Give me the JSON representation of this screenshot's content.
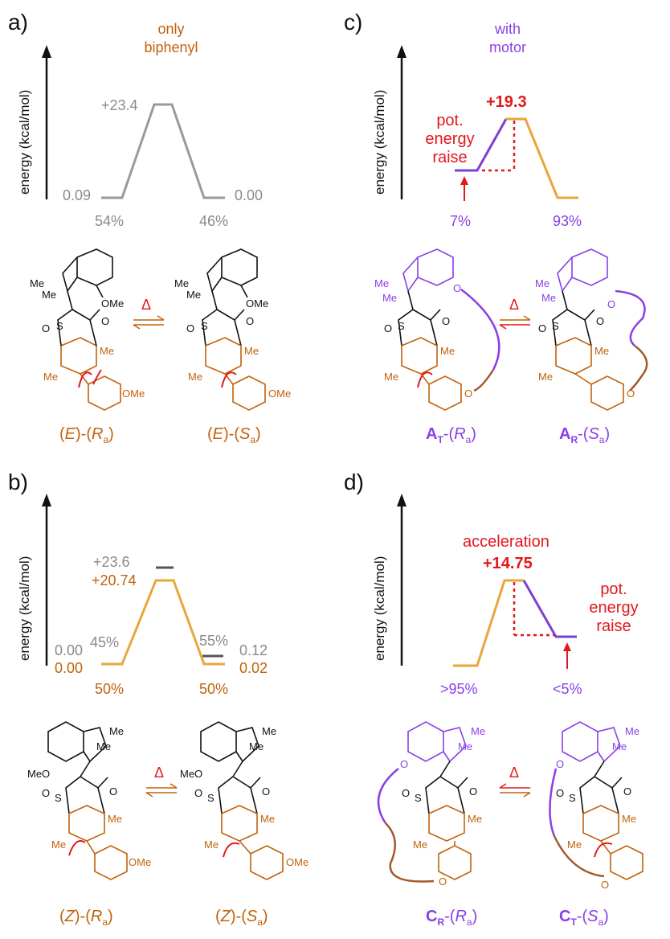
{
  "panels": {
    "a": {
      "letter": "a)",
      "header": [
        "only",
        "biphenyl"
      ],
      "ylabel": "energy (kcal/mol)",
      "barrier": "+23.4",
      "left_energy": "0.09",
      "right_energy": "0.00",
      "left_pct": "54%",
      "right_pct": "46%",
      "caption_left": {
        "p1": "(",
        "s1": "E",
        "p2": ")-(",
        "s2": "R",
        "sub": "a",
        "p3": ")"
      },
      "caption_right": {
        "p1": "(",
        "s1": "E",
        "p2": ")-(",
        "s2": "S",
        "sub": "a",
        "p3": ")"
      },
      "arrow_symbol": "Δ"
    },
    "b": {
      "letter": "b)",
      "ylabel": "energy (kcal/mol)",
      "barrier_gray": "+23.6",
      "barrier_orange": "+20.74",
      "left_energy_gray": "0.00",
      "left_energy_orange": "0.00",
      "right_energy_gray": "0.12",
      "right_energy_orange": "0.02",
      "left_pct_gray": "45%",
      "right_pct_gray": "55%",
      "left_pct_orange": "50%",
      "right_pct_orange": "50%",
      "caption_left": {
        "p1": "(",
        "s1": "Z",
        "p2": ")-(",
        "s2": "R",
        "sub": "a",
        "p3": ")"
      },
      "caption_right": {
        "p1": "(",
        "s1": "Z",
        "p2": ")-(",
        "s2": "S",
        "sub": "a",
        "p3": ")"
      },
      "arrow_symbol": "Δ"
    },
    "c": {
      "letter": "c)",
      "header": [
        "with",
        "motor"
      ],
      "ylabel": "energy (kcal/mol)",
      "barrier": "+19.3",
      "annotation": [
        "pot.",
        "energy",
        "raise"
      ],
      "left_pct": "7%",
      "right_pct": "93%",
      "caption_left": {
        "b": "A",
        "bsub": "T",
        "p2": "-(",
        "s2": "R",
        "sub": "a",
        "p3": ")"
      },
      "caption_right": {
        "b": "A",
        "bsub": "R",
        "p2": "-(",
        "s2": "S",
        "sub": "a",
        "p3": ")"
      },
      "arrow_symbol": "Δ"
    },
    "d": {
      "letter": "d)",
      "ylabel": "energy (kcal/mol)",
      "header": "acceleration",
      "barrier": "+14.75",
      "annotation": [
        "pot.",
        "energy",
        "raise"
      ],
      "left_pct": ">95%",
      "right_pct": "<5%",
      "caption_left": {
        "b": "C",
        "bsub": "R",
        "p2": "-(",
        "s2": "R",
        "sub": "a",
        "p3": ")"
      },
      "caption_right": {
        "b": "C",
        "bsub": "T",
        "p2": "-(",
        "s2": "S",
        "sub": "a",
        "p3": ")"
      },
      "arrow_symbol": "Δ"
    }
  },
  "molecule_labels": {
    "me": "Me",
    "ome": "OMe",
    "o": "O",
    "s": "S",
    "meo": "MeO"
  },
  "colors": {
    "gray": "#8a8a8a",
    "orange": "#c0620b",
    "purple": "#8a3fe6",
    "red": "#e4171c",
    "black": "#111111"
  }
}
